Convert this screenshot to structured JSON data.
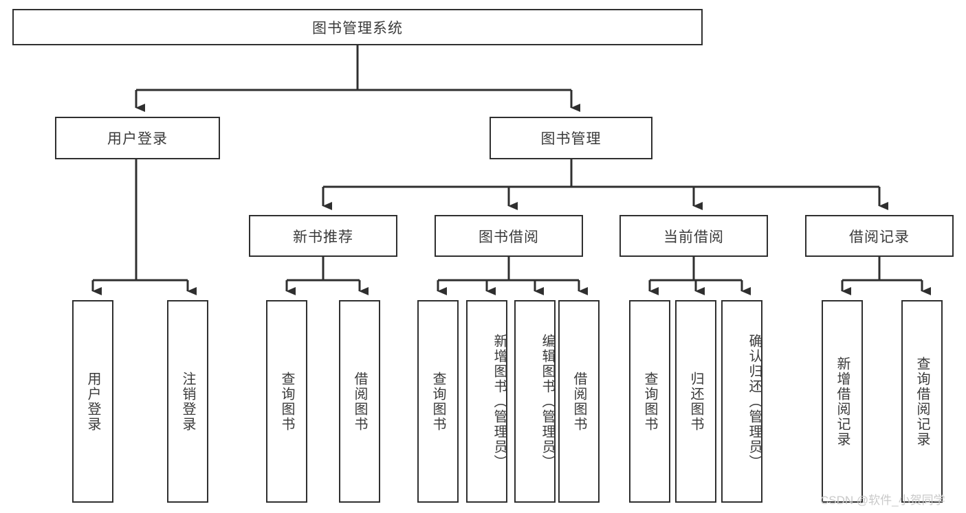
{
  "diagram": {
    "title": "图书管理系统",
    "type": "hierarchical-tree",
    "watermark": "CSDN @软件_小贺同学",
    "nodes": {
      "root": {
        "label": "图书管理系统",
        "level": 1
      },
      "l2": [
        {
          "id": "user-login",
          "label": "用户登录"
        },
        {
          "id": "book-manage",
          "label": "图书管理"
        }
      ],
      "l3": [
        {
          "id": "new-book-recommend",
          "label": "新书推荐"
        },
        {
          "id": "book-borrow",
          "label": "图书借阅"
        },
        {
          "id": "current-borrow",
          "label": "当前借阅"
        },
        {
          "id": "borrow-record",
          "label": "借阅记录"
        }
      ],
      "leaves": {
        "user_login": [
          {
            "id": "leaf-user-login",
            "label": "用户登录"
          },
          {
            "id": "leaf-logout-login",
            "label": "注销登录"
          }
        ],
        "new_book_recommend": [
          {
            "id": "leaf-query-book-1",
            "label": "查询图书"
          },
          {
            "id": "leaf-borrow-book-1",
            "label": "借阅图书"
          }
        ],
        "book_borrow": [
          {
            "id": "leaf-query-book-2",
            "label": "查询图书"
          },
          {
            "id": "leaf-add-book",
            "label": "新增图书（管理员）"
          },
          {
            "id": "leaf-edit-book",
            "label": "编辑图书（管理员）"
          },
          {
            "id": "leaf-borrow-book-2",
            "label": "借阅图书"
          }
        ],
        "current_borrow": [
          {
            "id": "leaf-query-book-3",
            "label": "查询图书"
          },
          {
            "id": "leaf-return-book",
            "label": "归还图书"
          },
          {
            "id": "leaf-confirm-return",
            "label": "确认归还（管理员）"
          }
        ],
        "borrow_record": [
          {
            "id": "leaf-add-borrow-record",
            "label": "新增借阅记录"
          },
          {
            "id": "leaf-query-borrow-record",
            "label": "查询借阅记录"
          }
        ]
      }
    },
    "colors": {
      "stroke": "#2f2f2f",
      "text": "#3a3a3a",
      "background": "#ffffff",
      "watermark": "#c9c9c9"
    }
  }
}
